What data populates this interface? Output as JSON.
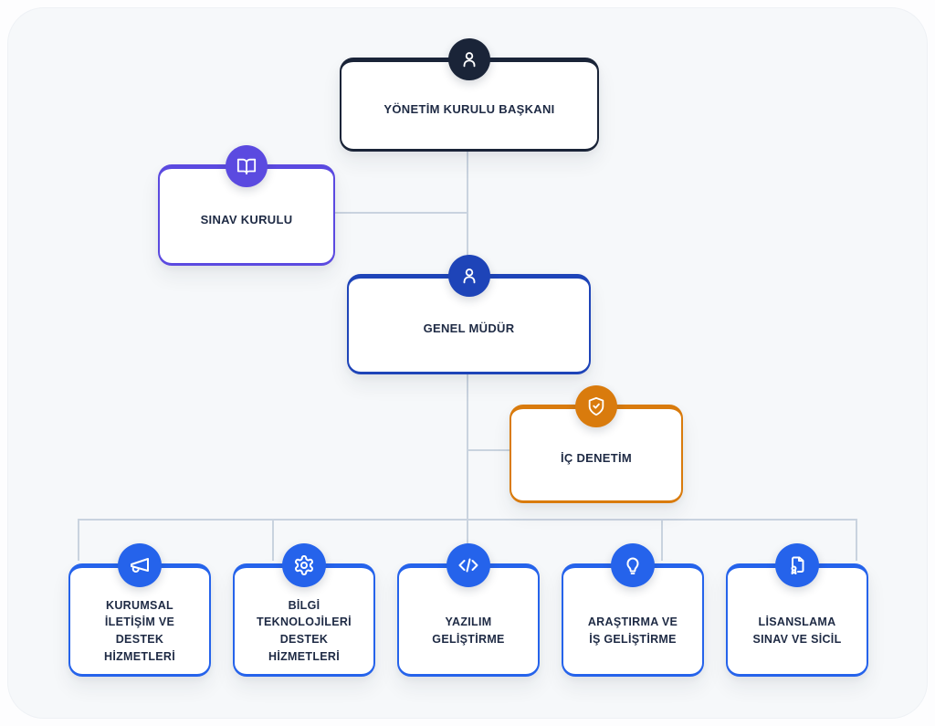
{
  "colors": {
    "connector": "#c9d3df",
    "text": "#1e2a44",
    "panel_background": "#f6f8fa"
  },
  "nodes": {
    "chairman": {
      "label": "YÖNETİM KURULU BAŞKANI",
      "accent": "#1a2438",
      "icon": "person-icon"
    },
    "exam_board": {
      "label": "SINAV KURULU",
      "accent": "#5b4ae0",
      "icon": "open-book-icon"
    },
    "general_manager": {
      "label": "GENEL MÜDÜR",
      "accent": "#1e44b8",
      "icon": "person-icon"
    },
    "internal_audit": {
      "label": "İÇ DENETİM",
      "accent": "#d97b0d",
      "icon": "shield-check-icon"
    },
    "departments": [
      {
        "label": "KURUMSAL\nİLETİŞİM VE\nDESTEK\nHİZMETLERİ",
        "accent": "#2563eb",
        "icon": "megaphone-icon"
      },
      {
        "label": "BİLGİ\nTEKNOLOJİLERİ\nDESTEK\nHİZMETLERİ",
        "accent": "#2563eb",
        "icon": "gear-icon"
      },
      {
        "label": "YAZILIM\nGELİŞTİRME",
        "accent": "#2563eb",
        "icon": "code-icon"
      },
      {
        "label": "ARAŞTIRMA VE\nİŞ GELİŞTİRME",
        "accent": "#2563eb",
        "icon": "lightbulb-icon"
      },
      {
        "label": "LİSANSLAMA\nSINAV VE SİCİL",
        "accent": "#2563eb",
        "icon": "certificate-icon"
      }
    ]
  }
}
